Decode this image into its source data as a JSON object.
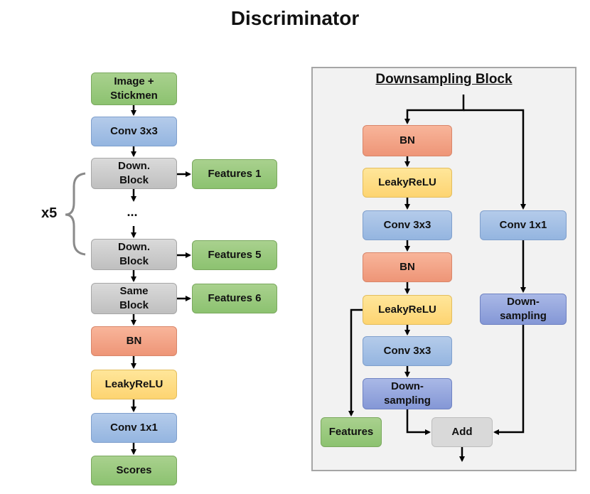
{
  "title": "Discriminator",
  "repeat_label": "x5",
  "ellipsis": "...",
  "left_column": {
    "input": "Image +\nStickmen",
    "conv3": "Conv 3x3",
    "down1": "Down.\nBlock",
    "down5": "Down.\nBlock",
    "same": "Same\nBlock",
    "bn": "BN",
    "lrelu": "LeakyReLU",
    "conv1": "Conv 1x1",
    "scores": "Scores"
  },
  "features": {
    "f1": "Features 1",
    "f5": "Features 5",
    "f6": "Features 6"
  },
  "downsampling_block": {
    "title": "Downsampling Block",
    "bn1": "BN",
    "lrelu1": "LeakyReLU",
    "conv3_1": "Conv 3x3",
    "bn2": "BN",
    "lrelu2": "LeakyReLU",
    "conv3_2": "Conv 3x3",
    "down_main": "Down-\nsampling",
    "conv1_skip": "Conv 1x1",
    "down_skip": "Down-\nsampling",
    "features": "Features",
    "add": "Add"
  },
  "colors": {
    "input_output": "#a9d18e",
    "conv": "#9dbbe3",
    "block": "#cfcfcf",
    "batchnorm": "#f4a384",
    "activation": "#fedc83",
    "downsampling": "#95a6dd",
    "add": "#d9d9d9"
  }
}
